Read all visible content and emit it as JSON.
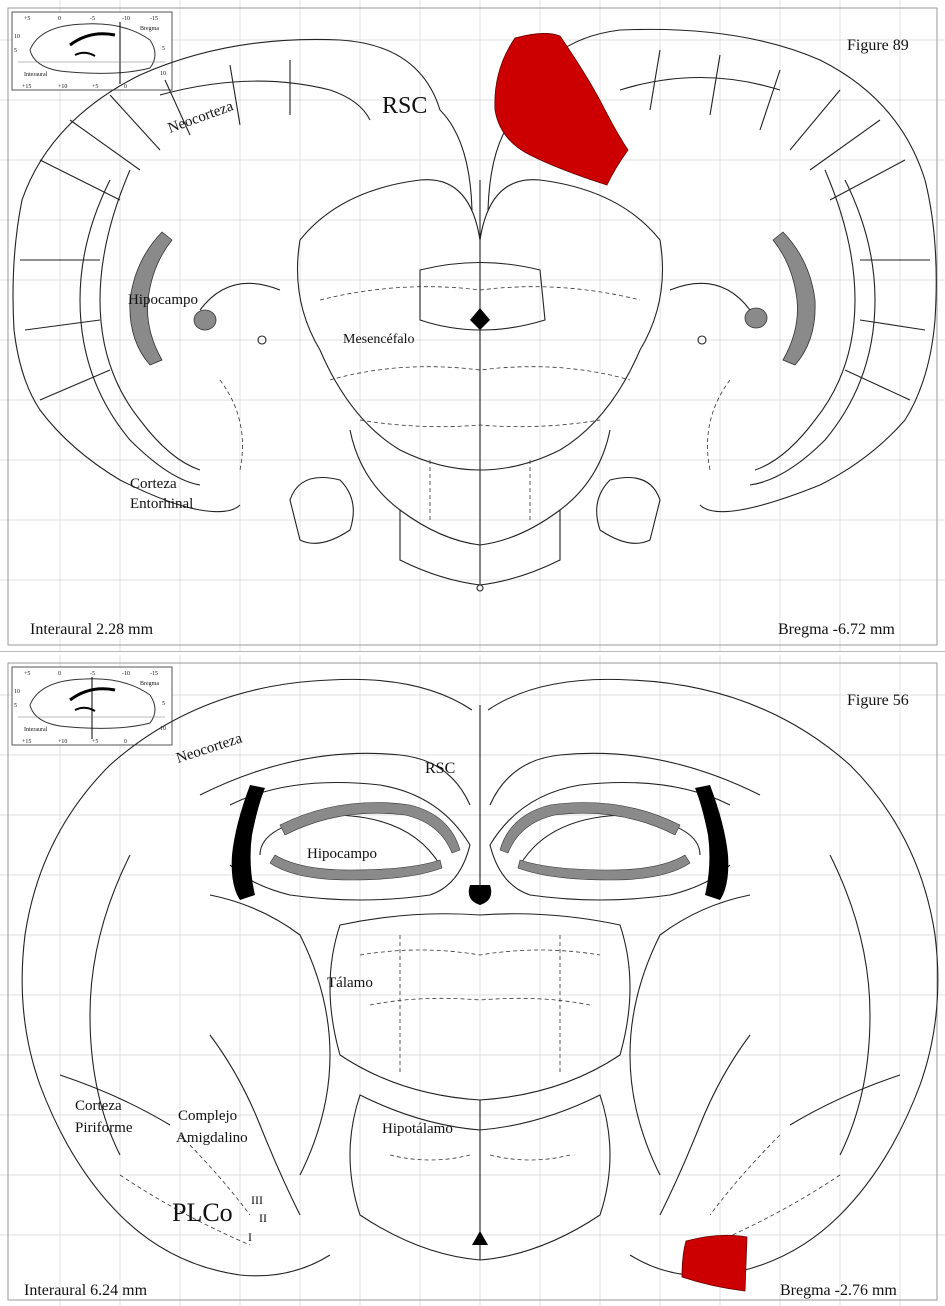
{
  "top": {
    "figure_label": "Figure 89",
    "interaural": "Interaural 2.28 mm",
    "bregma": "Bregma -6.72 mm",
    "regions": {
      "neocortex": "Neocorteza",
      "rsc": "RSC",
      "hippocampus": "Hipocampo",
      "midbrain": "Mesencéfalo",
      "entorhinal_line1": "Corteza",
      "entorhinal_line2": "Entorhinal"
    },
    "inset": {
      "bregma": "Bregma",
      "interaural": "Interaural",
      "top_ticks": [
        "+5",
        "0",
        "-5",
        "-10",
        "-15"
      ],
      "bottom_ticks": [
        "+15",
        "+10",
        "+5",
        "0"
      ],
      "left_ticks": [
        "10",
        "5"
      ],
      "right_ticks": [
        "5",
        "10"
      ]
    },
    "highlight_color": "#cc0000"
  },
  "bottom": {
    "figure_label": "Figure 56",
    "interaural": "Interaural 6.24 mm",
    "bregma": "Bregma -2.76 mm",
    "regions": {
      "neocortex": "Neocorteza",
      "rsc": "RSC",
      "hippocampus": "Hipocampo",
      "thalamus": "Tálamo",
      "piriform_line1": "Corteza",
      "piriform_line2": "Piriforme",
      "amygdala_line1": "Complejo",
      "amygdala_line2": "Amigdalino",
      "hypothalamus": "Hipotálamo",
      "plco": "PLCo",
      "layer_3": "III",
      "layer_2": "II",
      "layer_1": "I"
    },
    "inset": {
      "bregma": "Bregma",
      "interaural": "Interaural",
      "top_ticks": [
        "+5",
        "0",
        "-5",
        "-10",
        "-15"
      ],
      "bottom_ticks": [
        "+15",
        "+10",
        "+5",
        "0"
      ],
      "left_ticks": [
        "10",
        "5"
      ],
      "right_ticks": [
        "5",
        "10"
      ]
    },
    "highlight_color": "#cc0000"
  }
}
